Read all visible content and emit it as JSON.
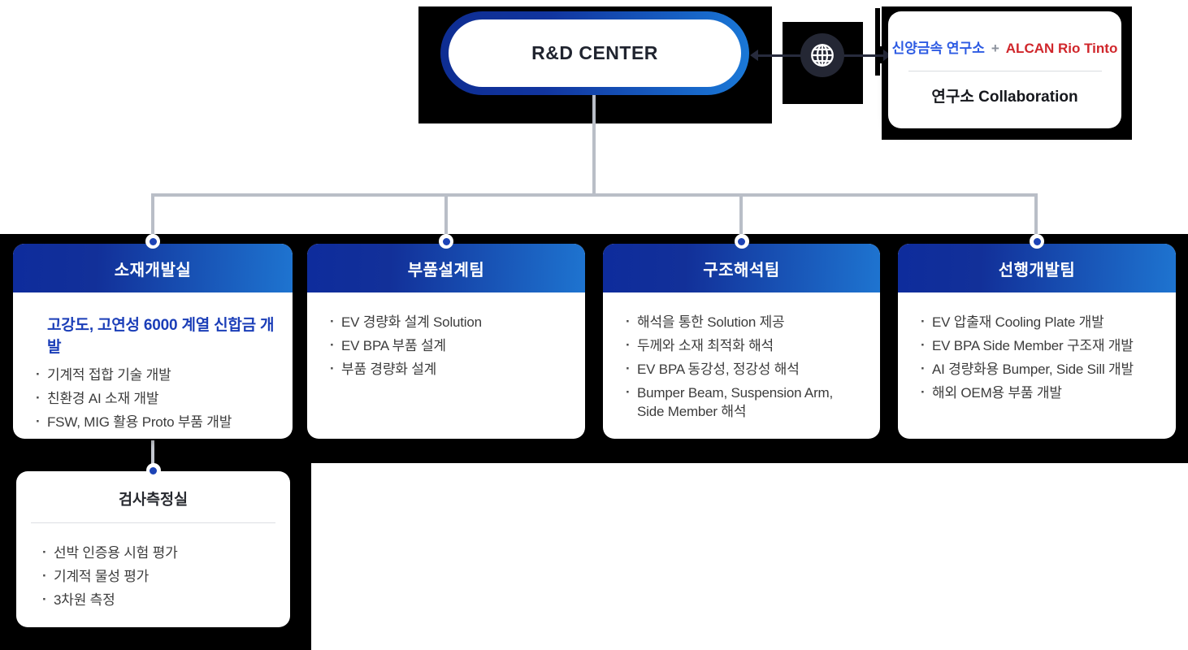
{
  "root": {
    "label": "R&D CENTER"
  },
  "hub": {
    "icon": "globe-icon"
  },
  "collaboration": {
    "partner_primary": "신양금속 연구소",
    "joiner": "+",
    "partner_secondary": "ALCAN Rio Tinto",
    "caption": "연구소 Collaboration",
    "partner_primary_color": "#2d5be3",
    "partner_secondary_color": "#d0262b"
  },
  "departments": [
    {
      "title": "소재개발실",
      "highlight": "고강도, 고연성 6000 계열 신합금 개발",
      "bullets": [
        "기계적 접합 기술 개발",
        "친환경 AI 소재 개발",
        "FSW, MIG 활용 Proto 부품 개발"
      ]
    },
    {
      "title": "부품설계팀",
      "bullets": [
        "EV 경량화 설계 Solution",
        "EV BPA 부품 설계",
        "부품 경량화 설계"
      ]
    },
    {
      "title": "구조해석팀",
      "bullets": [
        "해석을 통한 Solution 제공",
        "두께와 소재 최적화 해석",
        " EV BPA 동강성, 정강성 해석",
        "Bumper Beam, Suspension Arm,\n Side Member 해석"
      ]
    },
    {
      "title": "선행개발팀",
      "bullets": [
        "EV 압출재 Cooling Plate 개발",
        "EV BPA Side Member 구조재 개발",
        "AI 경량화용 Bumper, Side Sill 개발",
        "해외  OEM용 부품 개발"
      ]
    }
  ],
  "sub_department": {
    "title": "검사측정실",
    "bullets": [
      "선박 인증용 시험 평가",
      "기계적 물성 평가",
      "3차원 측정"
    ]
  },
  "colors": {
    "header_gradient_start": "#0e2c9c",
    "header_gradient_end": "#1e74d0",
    "pill_border_start": "#0e2d92",
    "pill_border_end": "#1a79d8",
    "highlight_blue": "#1b3eb8",
    "connector_gray": "#b9bec7",
    "node_dot_blue": "#1c43b6",
    "body_text": "#3c3c3c",
    "backdrop_black": "#000000"
  }
}
